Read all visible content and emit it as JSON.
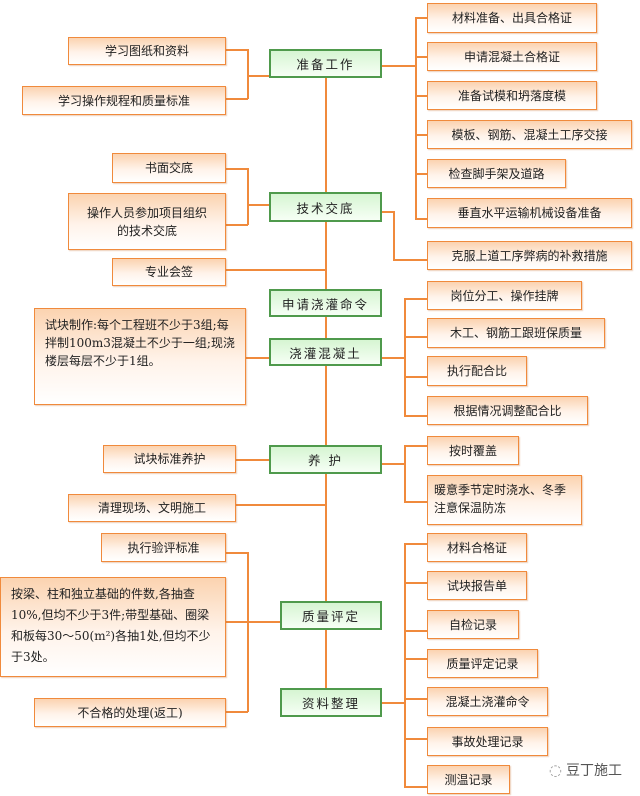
{
  "main": [
    "准备工作",
    "技术交底",
    "申请浇灌命令",
    "浇灌混凝土",
    "养  护",
    "质量评定",
    "资料整理"
  ],
  "left": [
    "学习图纸和资料",
    "学习操作规程和质量标准",
    "书面交底",
    "操作人员参加项目组织的技术交底",
    "专业会签",
    "试块制作:每个工程班不少于3组;每拌制100m3混凝土不少于一组;现浇楼层每层不少于1组。",
    "试块标准养护",
    "清理现场、文明施工",
    "执行验评标准",
    "按梁、柱和独立基础的件数,各抽查10%,但均不少于3件;带型基础、圈梁和板每30～50(m²)各抽1处,但均不少于3处。",
    "不合格的处理(返工)"
  ],
  "right": [
    "材料准备、出具合格证",
    "申请混凝土合格证",
    "准备试模和坍落度模",
    "模板、钢筋、混凝土工序交接",
    "检查脚手架及道路",
    "垂直水平运输机械设备准备",
    "克服上道工序弊病的补救措施",
    "岗位分工、操作挂牌",
    "木工、钢筋工跟班保质量",
    "执行配合比",
    "根据情况调整配合比",
    "按时覆盖",
    "暖意季节定时浇水、冬季注意保温防冻",
    "材料合格证",
    "试块报告单",
    "自检记录",
    "质量评定记录",
    "混凝土浇灌命令",
    "事故处理记录",
    "测温记录"
  ],
  "watermark": "豆丁施工",
  "colors": {
    "line": "#f08a3c",
    "main_border": "#4f9a4c"
  }
}
